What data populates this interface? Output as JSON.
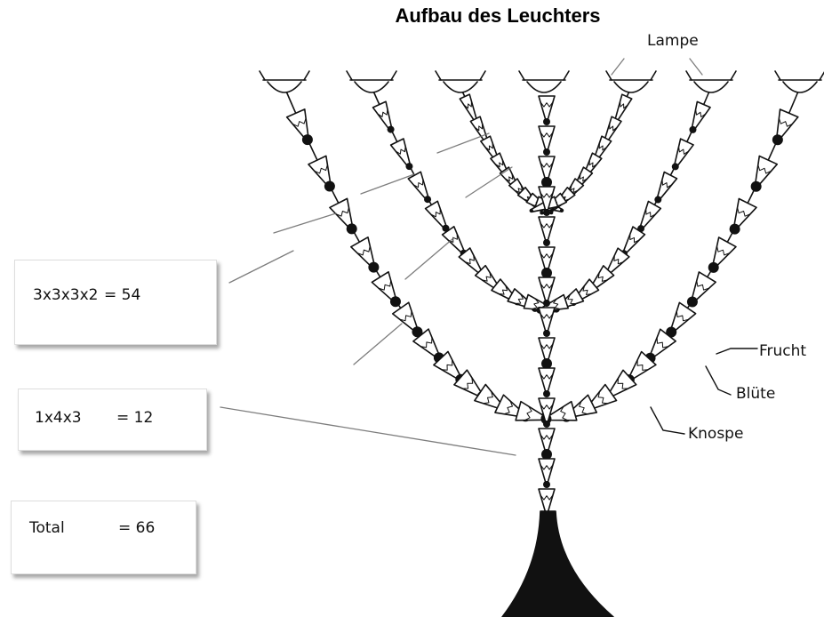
{
  "title": "Aufbau des Leuchters",
  "labels": {
    "lamp": "Lampe",
    "fruit": "Frucht",
    "blossom": "Blüte",
    "bud": "Knospe"
  },
  "calc_boxes": [
    {
      "formula": "3x3x3x2",
      "result": "= 54"
    },
    {
      "formula": "1x4x3",
      "result": "= 12"
    },
    {
      "formula": "Total",
      "result": "= 66"
    }
  ]
}
